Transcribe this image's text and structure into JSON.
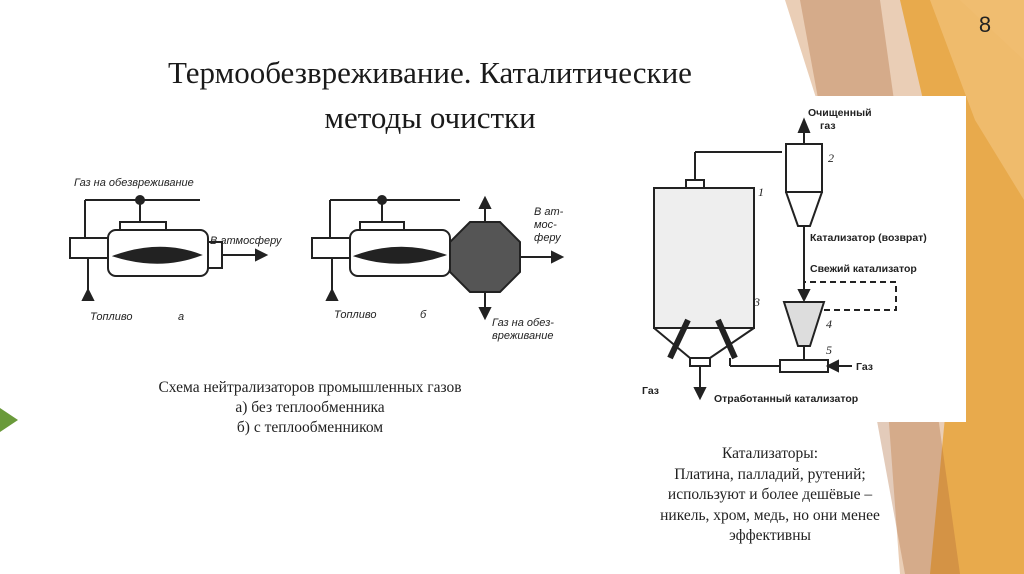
{
  "slide_number": "8",
  "title": {
    "line1": "Термообезвреживание. Каталитические",
    "line2": "методы очистки"
  },
  "figure_a": {
    "gas_in_label": "Газ на обезвреживание",
    "atmosphere_label": "В атмосферу",
    "fuel_label_a": "Топливо",
    "letter_a": "а",
    "fuel_label_b": "Топливо",
    "letter_b": "б",
    "atmosphere_b_lines": [
      "В ат-",
      "мос-",
      "феру"
    ],
    "gas_b_lines": [
      "Газ на обез-",
      "вреживание"
    ]
  },
  "caption": {
    "line1": "Схема нейтрализаторов промышленных газов",
    "line2": "а) без теплообменника",
    "line3": "б) с теплообменником"
  },
  "figure_b": {
    "clean_gas_line1": "Очищенный",
    "clean_gas_line2": "газ",
    "catalyst_return": "Катализатор (возврат)",
    "fresh_catalyst": "Свежий катализатор",
    "gas_right": "Газ",
    "gas_left": "Газ",
    "spent_catalyst": "Отработанный катализатор",
    "n1": "1",
    "n2": "2",
    "n3": "3",
    "n4": "4",
    "n5": "5"
  },
  "catalysts": {
    "heading": "Катализаторы:",
    "line1": "Платина, палладий, рутений;",
    "line2": "используют и более дешёвые –",
    "line3": "никель, хром, медь, но они менее",
    "line4": "эффективны"
  }
}
